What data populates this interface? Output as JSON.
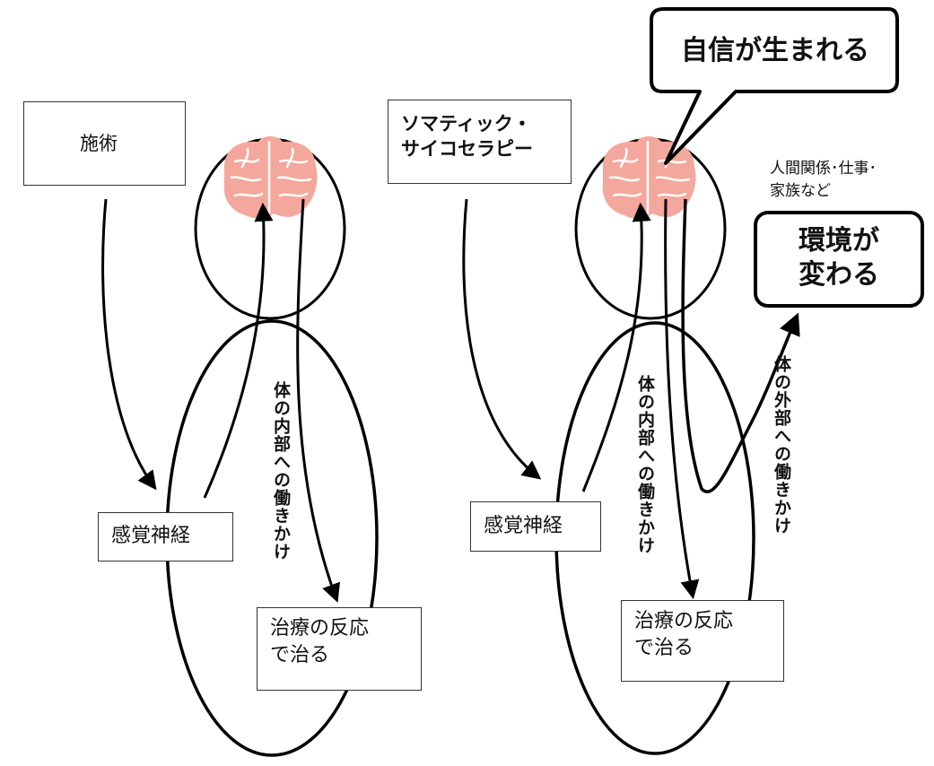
{
  "left": {
    "input_label": "施術",
    "sense_label": "感覚神経",
    "result_label": "治療の反応\nで治る",
    "arrow_label": "体の内部への働きかけ"
  },
  "right": {
    "input_label": "ソマティック・\nサイコセラピー",
    "sense_label": "感覚神経",
    "result_label": "治療の反応\nで治る",
    "arrow_label_inner": "体の内部への働きかけ",
    "arrow_label_outer": "体の外部への働きかけ",
    "confidence_bubble": "自信が生まれる",
    "environment_note": "人間関係･仕事･\n家族など",
    "environment_box": "環境が\n変わる"
  },
  "colors": {
    "brain_fill": "#f4a79c",
    "brain_line": "#ffffff",
    "stroke": "#000000"
  }
}
